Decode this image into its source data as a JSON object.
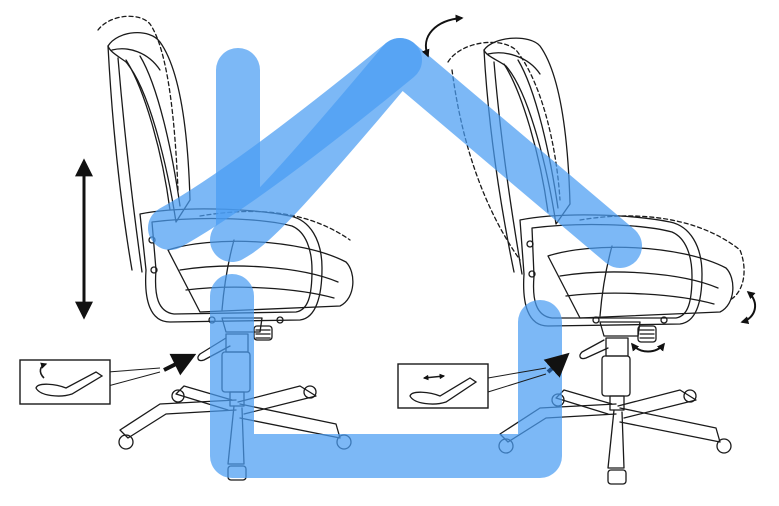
{
  "diagram": {
    "colors": {
      "line": "#1a1a1a",
      "dashed": "#333333",
      "house": "#4a9cf2",
      "callout_arrow": "#111111",
      "callout_arrow_right": "#1f4e86"
    },
    "chairs": [
      {
        "id": "left",
        "adjustment": "seat-height",
        "callout_icon": "lever-lift-icon"
      },
      {
        "id": "right",
        "adjustment": "tilt-and-tension",
        "callout_icon": "lever-slide-icon"
      }
    ],
    "icons": [
      "house-outline",
      "height-arrow-icon",
      "recline-arrow-icon",
      "tilt-arrow-icon",
      "tension-knob-arrow-icon"
    ]
  }
}
